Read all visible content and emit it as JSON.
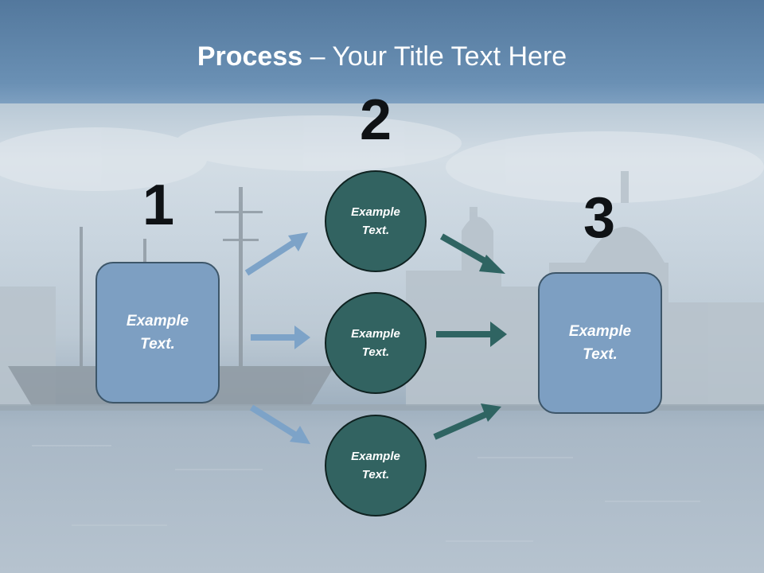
{
  "title": {
    "bold": "Process",
    "rest": " – Your Title Text Here"
  },
  "steps": [
    {
      "number": "1",
      "text": "Example\nText."
    },
    {
      "number": "2",
      "items": [
        "Example\nText.",
        "Example\nText.",
        "Example\nText."
      ]
    },
    {
      "number": "3",
      "text": "Example\nText."
    }
  ],
  "colors": {
    "box_fill": "#7d9fc2",
    "circle_fill": "#326361",
    "arrow_light": "#7da3c8",
    "arrow_dark": "#2f6462"
  }
}
